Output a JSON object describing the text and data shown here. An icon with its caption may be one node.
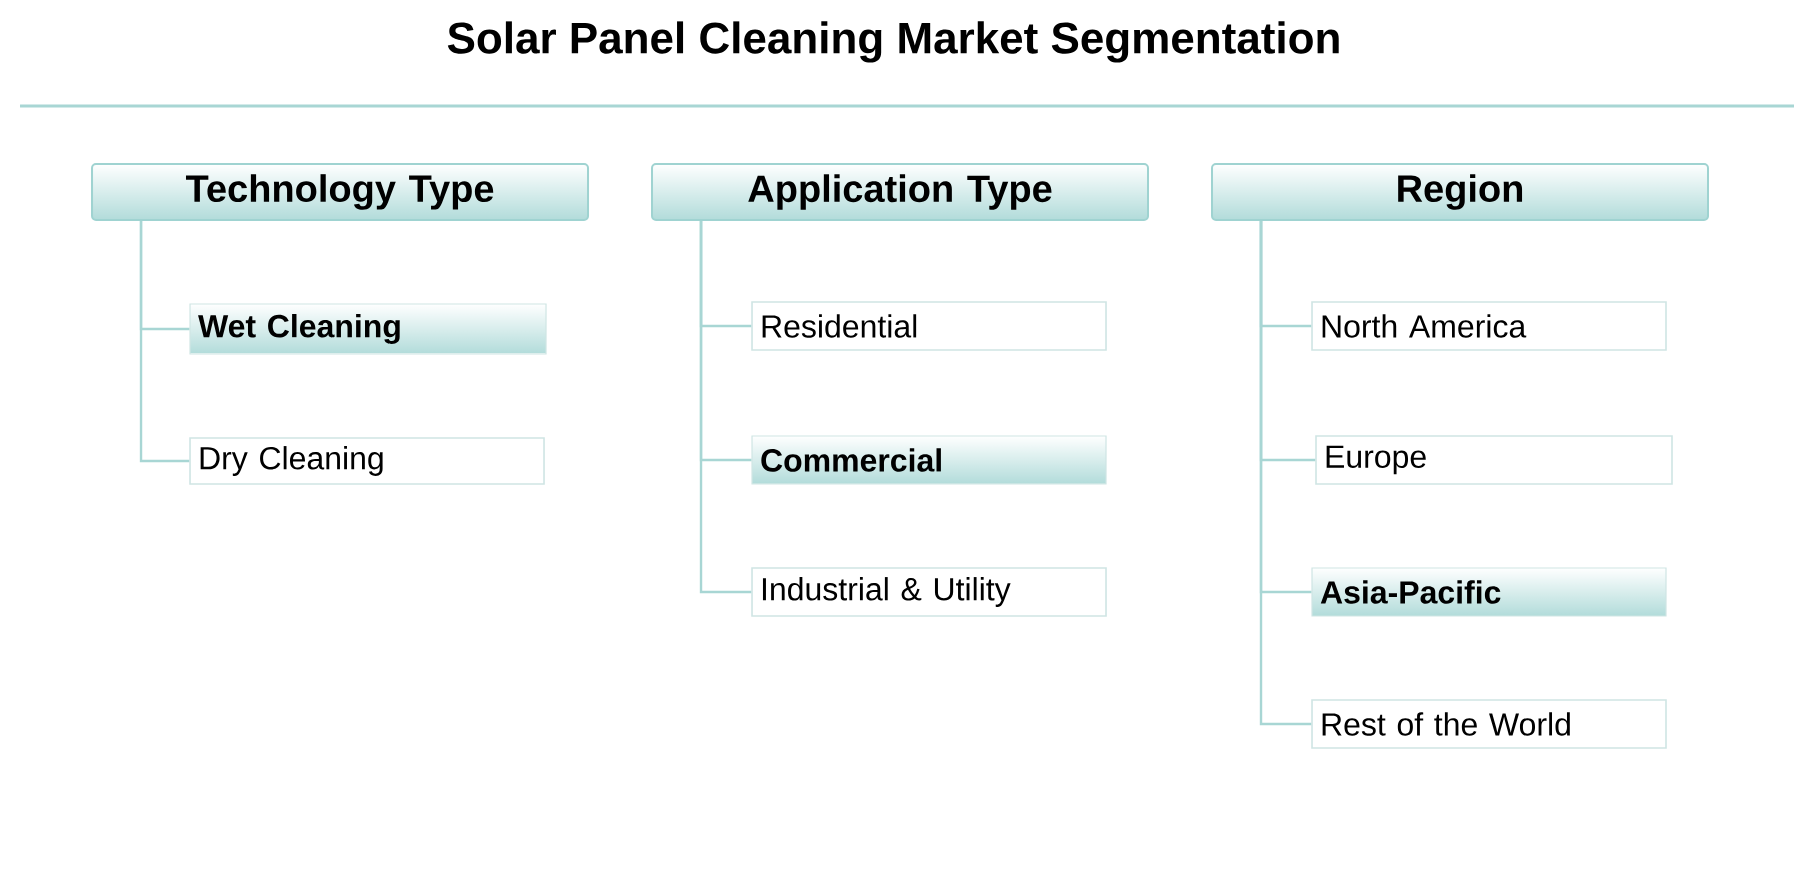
{
  "diagram": {
    "title": "Solar Panel Cleaning Market Segmentation",
    "nodes": [
      {
        "text": [
          "Technology Type"
        ]
      },
      {
        "text": [
          "Wet Cleaning"
        ]
      },
      {
        "text": [
          "Dry Cleaning"
        ]
      },
      {
        "text": [
          "Application Type"
        ]
      },
      {
        "text": [
          "Residential"
        ]
      },
      {
        "text": [
          "Commercial"
        ]
      },
      {
        "text": [
          "Industrial & Utility"
        ]
      },
      {
        "text": [
          "Region"
        ]
      },
      {
        "text": [
          "North America"
        ]
      },
      {
        "text": [
          "Europe"
        ]
      },
      {
        "text": [
          "Asia-Pacific"
        ]
      },
      {
        "text": [
          "Rest of the World"
        ]
      }
    ],
    "edges": [
      {
        "from": 0,
        "to": 1,
        "arrow": "none"
      },
      {
        "from": 0,
        "to": 2,
        "arrow": "none"
      },
      {
        "from": 3,
        "to": 4,
        "arrow": "none"
      },
      {
        "from": 3,
        "to": 5,
        "arrow": "none"
      },
      {
        "from": 3,
        "to": 6,
        "arrow": "none"
      },
      {
        "from": 7,
        "to": 8,
        "arrow": "none"
      },
      {
        "from": 7,
        "to": 9,
        "arrow": "none"
      },
      {
        "from": 7,
        "to": 10,
        "arrow": "none"
      },
      {
        "from": 7,
        "to": 11,
        "arrow": "none"
      }
    ]
  }
}
